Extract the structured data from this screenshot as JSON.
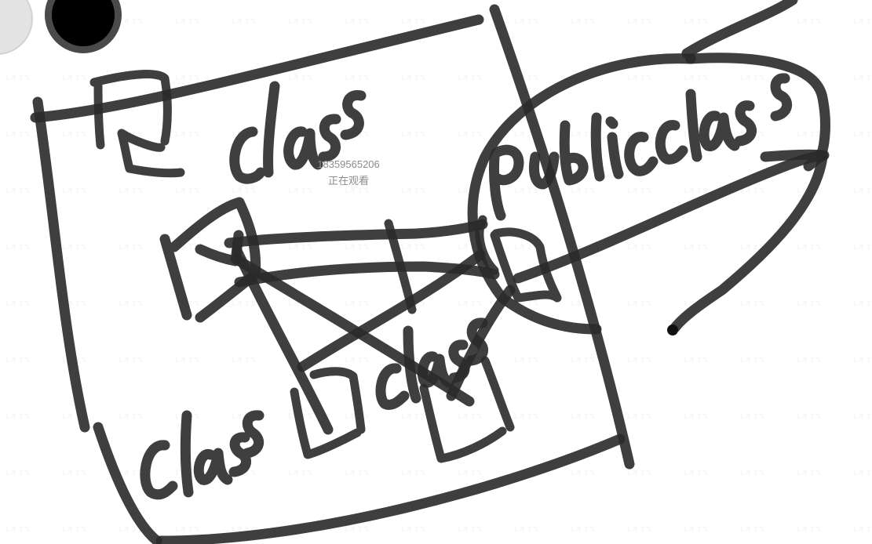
{
  "toolbar": {
    "tools": [
      {
        "name": "white-pen",
        "color": "#e3e3e3"
      },
      {
        "name": "black-pen",
        "color": "#000000",
        "selected": true
      }
    ]
  },
  "viewer": {
    "id": "18359565206",
    "status": "正在观看"
  },
  "drawing": {
    "labels": [
      "class",
      "public class",
      "class",
      "class"
    ],
    "stroke_color": "#2a2a2a"
  }
}
